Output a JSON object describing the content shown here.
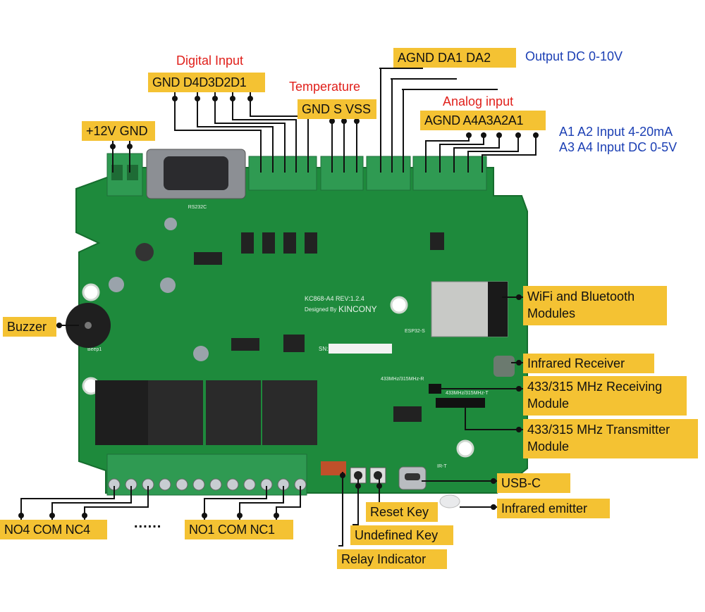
{
  "board": {
    "model": "KC868-A4 REV:1.2.4",
    "designed_by": "Designed By",
    "brand": "KINCONY",
    "serial_label": "SN:",
    "module_label": "ESP32-S",
    "connector_label": "RS232C",
    "rx_label": "433MHz/315MHz-R",
    "tx_label": "433MHz/315MHz-T",
    "ir_label": "IR-T",
    "buzzer_label": "Beep1"
  },
  "headers": {
    "digital_input": "Digital Input",
    "temperature": "Temperature",
    "analog_input": "Analog input",
    "output_dc": "Output DC 0-10V",
    "analog_note_1": "A1 A2 Input 4-20mA",
    "analog_note_2": "A3 A4 Input DC 0-5V",
    "dots": "......"
  },
  "labels": {
    "power": [
      "+12V",
      "GND"
    ],
    "digital_input": [
      "GND",
      "D4",
      "D3",
      "D2",
      "D1"
    ],
    "temperature": [
      "GND",
      "S",
      "VSS"
    ],
    "output": [
      "AGND",
      "DA1",
      "DA2"
    ],
    "analog": [
      "AGND",
      "A4",
      "A3",
      "A2",
      "A1"
    ],
    "relay_left": [
      "NO4",
      "COM",
      "NC4"
    ],
    "relay_right": [
      "NO1",
      "COM",
      "NC1"
    ],
    "buzzer": "Buzzer",
    "wifi": "WiFi and Bluetooth Modules",
    "ir_receiver": "Infrared Receiver",
    "rx_module": "433/315 MHz Receiving Module",
    "tx_module": "433/315 MHz Transmitter Module",
    "usb": "USB-C",
    "ir_emitter": "Infrared emitter",
    "reset_key": "Reset Key",
    "undefined_key": "Undefined Key",
    "relay_indicator": "Relay Indicator"
  },
  "colors": {
    "label_bg": "#f4c233",
    "pcb": "#1e8a3c",
    "terminal": "#2f9a52",
    "red_text": "#e0201b",
    "blue_text": "#1b3fb4"
  }
}
